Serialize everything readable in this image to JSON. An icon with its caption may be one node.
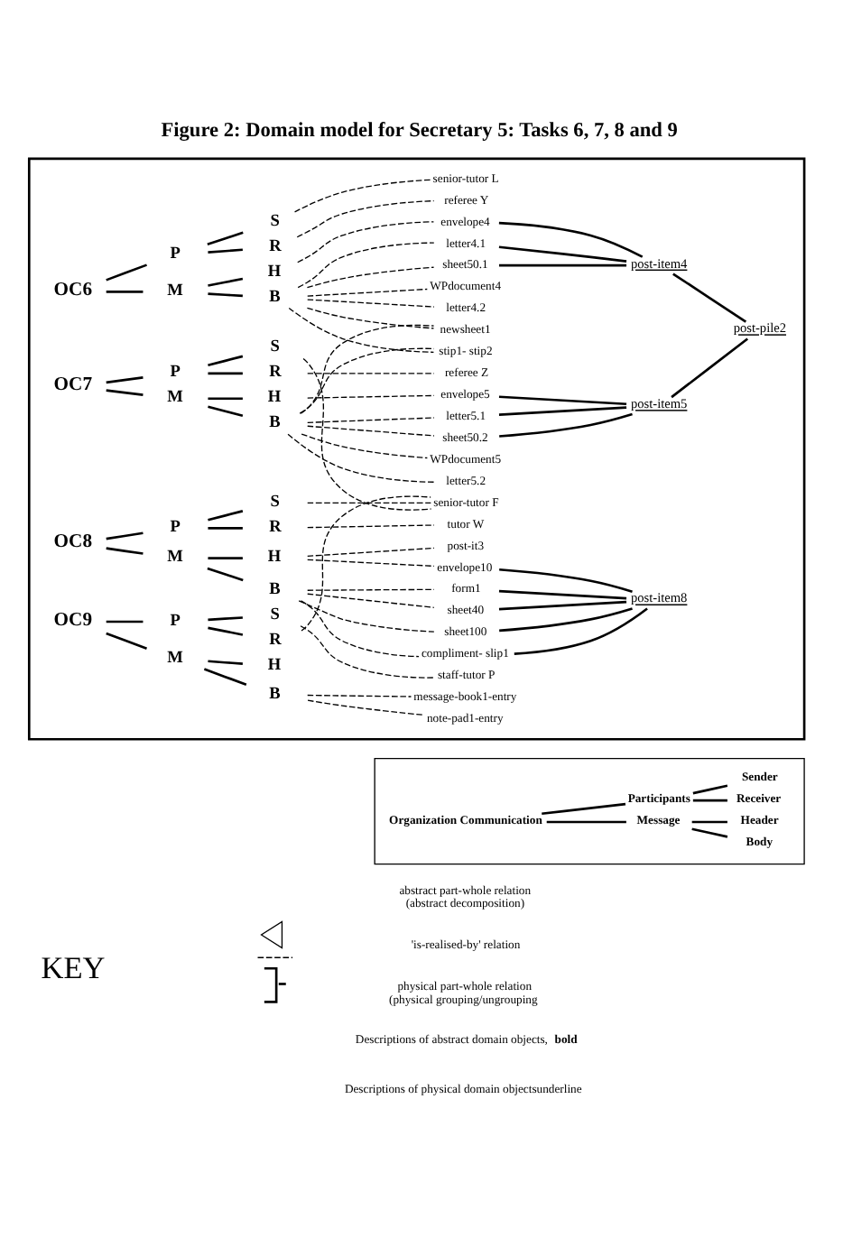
{
  "diagram": {
    "title": "Figure 2: Domain model for Secretary 5: Tasks 6, 7, 8 and 9",
    "nodes": [
      {
        "text": [],
        "shape": "box"
      },
      {
        "text": [
          "OC6"
        ],
        "in": 0
      },
      {
        "text": [
          "P"
        ],
        "in": 0
      },
      {
        "text": [
          "M"
        ],
        "in": 0
      },
      {
        "text": [
          "S"
        ],
        "in": 0
      },
      {
        "text": [
          "R"
        ],
        "in": 0
      },
      {
        "text": [
          "H"
        ],
        "in": 0
      },
      {
        "text": [
          "B"
        ],
        "in": 0
      },
      {
        "text": [
          "senior-tutor L"
        ],
        "in": 0
      },
      {
        "text": [
          "referee Y"
        ],
        "in": 0
      },
      {
        "text": [
          "envelope4"
        ],
        "in": 0
      },
      {
        "text": [
          "letter4.1"
        ],
        "in": 0
      },
      {
        "text": [
          "sheet50.1"
        ],
        "in": 0
      },
      {
        "text": [
          "WPdocument4"
        ],
        "in": 0
      },
      {
        "text": [
          "letter4.2"
        ],
        "in": 0
      },
      {
        "text": [
          "newsheet1"
        ],
        "in": 0
      },
      {
        "text": [
          "stip1- stip2"
        ],
        "in": 0
      },
      {
        "text": [
          "OC7"
        ],
        "in": 0
      },
      {
        "text": [
          "P"
        ],
        "in": 0
      },
      {
        "text": [
          "M"
        ],
        "in": 0
      },
      {
        "text": [
          "S"
        ],
        "in": 0
      },
      {
        "text": [
          "R"
        ],
        "in": 0
      },
      {
        "text": [
          "H"
        ],
        "in": 0
      },
      {
        "text": [
          "B"
        ],
        "in": 0
      },
      {
        "text": [
          "referee Z"
        ],
        "in": 0
      },
      {
        "text": [
          "envelope5"
        ],
        "in": 0
      },
      {
        "text": [
          "letter5.1"
        ],
        "in": 0
      },
      {
        "text": [
          "sheet50.2"
        ],
        "in": 0
      },
      {
        "text": [
          "WPdocument5"
        ],
        "in": 0
      },
      {
        "text": [
          "letter5.2"
        ],
        "in": 0
      },
      {
        "text": [
          "OC8"
        ],
        "in": 0
      },
      {
        "text": [
          "P"
        ],
        "in": 0
      },
      {
        "text": [
          "M"
        ],
        "in": 0
      },
      {
        "text": [
          "S"
        ],
        "in": 0
      },
      {
        "text": [
          "R"
        ],
        "in": 0
      },
      {
        "text": [
          "H"
        ],
        "in": 0
      },
      {
        "text": [
          "B"
        ],
        "in": 0
      },
      {
        "text": [
          "senior-tutor F"
        ],
        "in": 0
      },
      {
        "text": [
          "tutor W"
        ],
        "in": 0
      },
      {
        "text": [
          "post-it3"
        ],
        "in": 0
      },
      {
        "text": [
          "envelope10"
        ],
        "in": 0
      },
      {
        "text": [
          "form1"
        ],
        "in": 0
      },
      {
        "text": [
          "sheet40"
        ],
        "in": 0
      },
      {
        "text": [
          "sheet100"
        ],
        "in": 0
      },
      {
        "text": [
          "compliment- slip1"
        ],
        "in": 0
      },
      {
        "text": [
          "OC9"
        ],
        "in": 0
      },
      {
        "text": [
          "P"
        ],
        "in": 0
      },
      {
        "text": [
          "M"
        ],
        "in": 0
      },
      {
        "text": [
          "S"
        ],
        "in": 0
      },
      {
        "text": [
          "R"
        ],
        "in": 0
      },
      {
        "text": [
          "H"
        ],
        "in": 0
      },
      {
        "text": [
          "B"
        ],
        "in": 0
      },
      {
        "text": [
          "staff-tutor P"
        ],
        "in": 0
      },
      {
        "text": [
          "message-book1-entry"
        ],
        "in": 0
      },
      {
        "text": [
          "note-pad1-entry"
        ],
        "in": 0
      },
      {
        "text": [
          "post-item4"
        ],
        "in": 0
      },
      {
        "text": [
          "post-item5"
        ],
        "in": 0
      },
      {
        "text": [
          "post-pile2"
        ],
        "in": 0
      },
      {
        "text": [
          "post-item8"
        ],
        "in": 0
      },
      {
        "text": [],
        "shape": "box"
      },
      {
        "text": [
          "Organization Communication"
        ],
        "in": 59
      },
      {
        "text": [
          "Participants"
        ],
        "in": 59
      },
      {
        "text": [
          "Message"
        ],
        "in": 59
      },
      {
        "text": [
          "Sender"
        ],
        "in": 59
      },
      {
        "text": [
          "Receiver"
        ],
        "in": 59
      },
      {
        "text": [
          "Header"
        ],
        "in": 59
      },
      {
        "text": [
          "Body"
        ],
        "in": 59
      }
    ],
    "edges": [
      {
        "from": 1,
        "to": 2,
        "arrow": "none"
      },
      {
        "from": 1,
        "to": 3,
        "arrow": "none"
      },
      {
        "from": 2,
        "to": 4,
        "arrow": "none"
      },
      {
        "from": 2,
        "to": 5,
        "arrow": "none"
      },
      {
        "from": 3,
        "to": 6,
        "arrow": "none"
      },
      {
        "from": 3,
        "to": 7,
        "arrow": "none"
      },
      {
        "from": 4,
        "to": 8,
        "arrow": "none",
        "style": "dashed"
      },
      {
        "from": 5,
        "to": 9,
        "arrow": "none",
        "style": "dashed"
      },
      {
        "from": 6,
        "to": 10,
        "arrow": "none",
        "style": "dashed"
      },
      {
        "from": 7,
        "to": 11,
        "arrow": "none",
        "style": "dashed"
      },
      {
        "from": 7,
        "to": 12,
        "arrow": "none",
        "style": "dashed"
      },
      {
        "from": 7,
        "to": 13,
        "arrow": "none",
        "style": "dashed"
      },
      {
        "from": 7,
        "to": 14,
        "arrow": "none",
        "style": "dashed"
      },
      {
        "from": 7,
        "to": 15,
        "arrow": "none",
        "style": "dashed"
      },
      {
        "from": 7,
        "to": 16,
        "arrow": "none",
        "style": "dashed"
      },
      {
        "from": 17,
        "to": 18,
        "arrow": "none"
      },
      {
        "from": 17,
        "to": 19,
        "arrow": "none"
      },
      {
        "from": 18,
        "to": 20,
        "arrow": "none"
      },
      {
        "from": 18,
        "to": 21,
        "arrow": "none"
      },
      {
        "from": 19,
        "to": 22,
        "arrow": "none"
      },
      {
        "from": 19,
        "to": 23,
        "arrow": "none"
      },
      {
        "from": 20,
        "to": 37,
        "arrow": "none",
        "style": "dashed"
      },
      {
        "from": 21,
        "to": 24,
        "arrow": "none",
        "style": "dashed"
      },
      {
        "from": 22,
        "to": 25,
        "arrow": "none",
        "style": "dashed"
      },
      {
        "from": 23,
        "to": 26,
        "arrow": "none",
        "style": "dashed"
      },
      {
        "from": 23,
        "to": 27,
        "arrow": "none",
        "style": "dashed"
      },
      {
        "from": 23,
        "to": 28,
        "arrow": "none",
        "style": "dashed"
      },
      {
        "from": 23,
        "to": 29,
        "arrow": "none",
        "style": "dashed"
      },
      {
        "from": 23,
        "to": 15,
        "arrow": "none",
        "style": "dashed"
      },
      {
        "from": 23,
        "to": 16,
        "arrow": "none",
        "style": "dashed"
      },
      {
        "from": 30,
        "to": 31,
        "arrow": "none"
      },
      {
        "from": 30,
        "to": 32,
        "arrow": "none"
      },
      {
        "from": 31,
        "to": 33,
        "arrow": "none"
      },
      {
        "from": 31,
        "to": 34,
        "arrow": "none"
      },
      {
        "from": 32,
        "to": 35,
        "arrow": "none"
      },
      {
        "from": 32,
        "to": 36,
        "arrow": "none"
      },
      {
        "from": 33,
        "to": 37,
        "arrow": "none",
        "style": "dashed"
      },
      {
        "from": 34,
        "to": 38,
        "arrow": "none",
        "style": "dashed"
      },
      {
        "from": 35,
        "to": 39,
        "arrow": "none",
        "style": "dashed"
      },
      {
        "from": 35,
        "to": 40,
        "arrow": "none",
        "style": "dashed"
      },
      {
        "from": 36,
        "to": 41,
        "arrow": "none",
        "style": "dashed"
      },
      {
        "from": 36,
        "to": 42,
        "arrow": "none",
        "style": "dashed"
      },
      {
        "from": 36,
        "to": 43,
        "arrow": "none",
        "style": "dashed"
      },
      {
        "from": 36,
        "to": 44,
        "arrow": "none",
        "style": "dashed"
      },
      {
        "from": 45,
        "to": 46,
        "arrow": "none"
      },
      {
        "from": 45,
        "to": 47,
        "arrow": "none"
      },
      {
        "from": 46,
        "to": 48,
        "arrow": "none"
      },
      {
        "from": 46,
        "to": 49,
        "arrow": "none"
      },
      {
        "from": 47,
        "to": 50,
        "arrow": "none"
      },
      {
        "from": 47,
        "to": 51,
        "arrow": "none"
      },
      {
        "from": 48,
        "to": 52,
        "arrow": "none",
        "style": "dashed"
      },
      {
        "from": 49,
        "to": 37,
        "arrow": "none",
        "style": "dashed"
      },
      {
        "from": 51,
        "to": 53,
        "arrow": "none",
        "style": "dashed"
      },
      {
        "from": 51,
        "to": 54,
        "arrow": "none",
        "style": "dashed"
      },
      {
        "from": 10,
        "to": 55,
        "arrow": "none"
      },
      {
        "from": 11,
        "to": 55,
        "arrow": "none"
      },
      {
        "from": 12,
        "to": 55,
        "arrow": "none"
      },
      {
        "from": 25,
        "to": 56,
        "arrow": "none"
      },
      {
        "from": 26,
        "to": 56,
        "arrow": "none"
      },
      {
        "from": 27,
        "to": 56,
        "arrow": "none"
      },
      {
        "from": 55,
        "to": 57,
        "arrow": "none"
      },
      {
        "from": 56,
        "to": 57,
        "arrow": "none"
      },
      {
        "from": 40,
        "to": 58,
        "arrow": "none"
      },
      {
        "from": 41,
        "to": 58,
        "arrow": "none"
      },
      {
        "from": 42,
        "to": 58,
        "arrow": "none"
      },
      {
        "from": 43,
        "to": 58,
        "arrow": "none"
      },
      {
        "from": 44,
        "to": 58,
        "arrow": "none"
      },
      {
        "from": 60,
        "to": 61,
        "arrow": "none"
      },
      {
        "from": 60,
        "to": 62,
        "arrow": "none"
      },
      {
        "from": 61,
        "to": 63,
        "arrow": "none"
      },
      {
        "from": 61,
        "to": 64,
        "arrow": "none"
      },
      {
        "from": 62,
        "to": 65,
        "arrow": "none"
      },
      {
        "from": 62,
        "to": 66,
        "arrow": "none"
      }
    ],
    "labels": [
      "KEY",
      "Descriptions of abstract domain objects, **bold**",
      "Descriptions of physical domain objectsunderline"
    ],
    "legend": [
      {
        "text": "abstract part-whole relation (abstract decomposition)"
      },
      {
        "text": "'is-realised-by' relation"
      },
      {
        "text": "physical part-whole relation (physical grouping/ungrouping"
      }
    ]
  }
}
